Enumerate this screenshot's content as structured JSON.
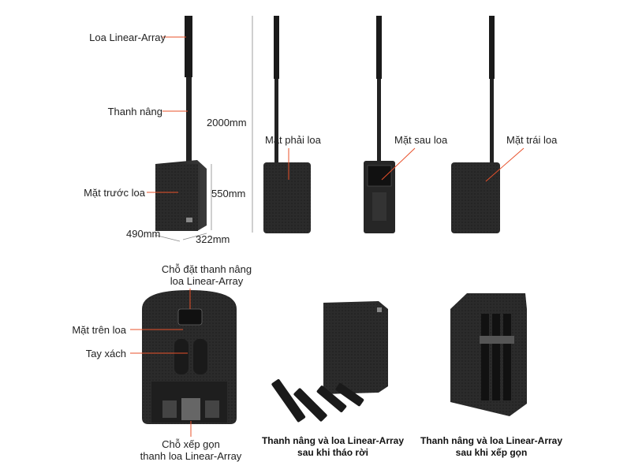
{
  "colors": {
    "callout": "#e8502a",
    "speaker": "#2a2a2a",
    "speaker_dark": "#1a1a1a",
    "text": "#222222"
  },
  "labels": {
    "linear_array": "Loa Linear-Array",
    "lift_pole": "Thanh nâng",
    "front": "Mặt trước loa",
    "height_total": "2000mm",
    "height_base": "550mm",
    "width": "490mm",
    "depth": "322mm",
    "right_side": "Mặt phải loa",
    "back_side": "Mặt sau loa",
    "left_side": "Mặt trái loa",
    "pole_slot_1": "Chỗ đặt thanh nâng",
    "pole_slot_2": "loa Linear-Array",
    "top_side": "Mặt trên loa",
    "handle": "Tay xách",
    "storage_1": "Chỗ xếp gọn",
    "storage_2": "thanh loa Linear-Array",
    "detached_1": "Thanh nâng và loa Linear-Array",
    "detached_2": "sau khi tháo rời",
    "stored_1": "Thanh nâng và loa Linear-Array",
    "stored_2": "sau khi xếp gọn"
  },
  "icons": [
    "jbl-logo-icon"
  ]
}
